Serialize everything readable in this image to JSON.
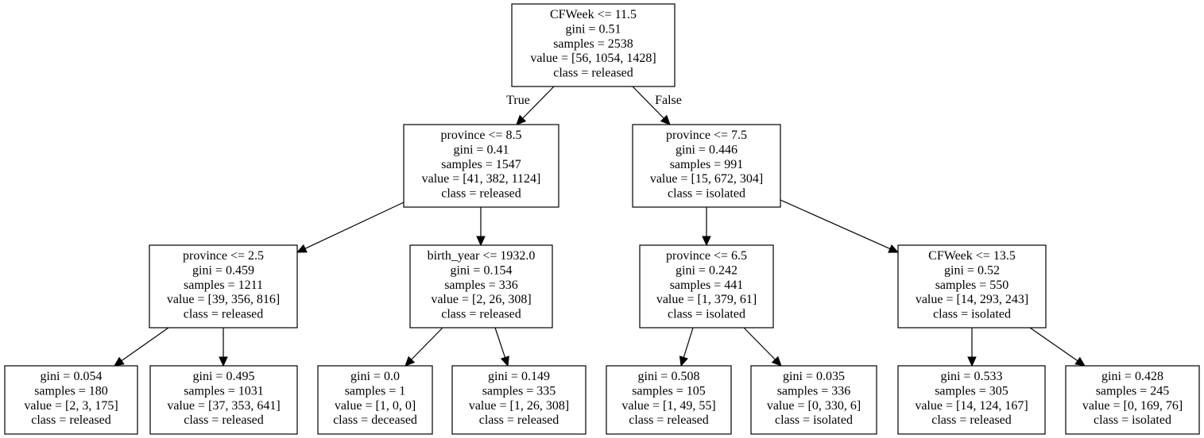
{
  "nodes": [
    {
      "id": "n0",
      "lines": [
        "CFWeek <= 11.5",
        "gini = 0.51",
        "samples = 2538",
        "value = [56, 1054, 1428]",
        "class = released"
      ]
    },
    {
      "id": "n1",
      "lines": [
        "province <= 8.5",
        "gini = 0.41",
        "samples = 1547",
        "value = [41, 382, 1124]",
        "class = released"
      ]
    },
    {
      "id": "n2",
      "lines": [
        "province <= 7.5",
        "gini = 0.446",
        "samples = 991",
        "value = [15, 672, 304]",
        "class = isolated"
      ]
    },
    {
      "id": "n3",
      "lines": [
        "province <= 2.5",
        "gini = 0.459",
        "samples = 1211",
        "value = [39, 356, 816]",
        "class = released"
      ]
    },
    {
      "id": "n4",
      "lines": [
        "birth_year <= 1932.0",
        "gini = 0.154",
        "samples = 336",
        "value = [2, 26, 308]",
        "class = released"
      ]
    },
    {
      "id": "n5",
      "lines": [
        "province <= 6.5",
        "gini = 0.242",
        "samples = 441",
        "value = [1, 379, 61]",
        "class = isolated"
      ]
    },
    {
      "id": "n6",
      "lines": [
        "CFWeek <= 13.5",
        "gini = 0.52",
        "samples = 550",
        "value = [14, 293, 243]",
        "class = isolated"
      ]
    },
    {
      "id": "n7",
      "lines": [
        "gini = 0.054",
        "samples = 180",
        "value = [2, 3, 175]",
        "class = released"
      ]
    },
    {
      "id": "n8",
      "lines": [
        "gini = 0.495",
        "samples = 1031",
        "value = [37, 353, 641]",
        "class = released"
      ]
    },
    {
      "id": "n9",
      "lines": [
        "gini = 0.0",
        "samples = 1",
        "value = [1, 0, 0]",
        "class = deceased"
      ]
    },
    {
      "id": "n10",
      "lines": [
        "gini = 0.149",
        "samples = 335",
        "value = [1, 26, 308]",
        "class = released"
      ]
    },
    {
      "id": "n11",
      "lines": [
        "gini = 0.508",
        "samples = 105",
        "value = [1, 49, 55]",
        "class = released"
      ]
    },
    {
      "id": "n12",
      "lines": [
        "gini = 0.035",
        "samples = 336",
        "value = [0, 330, 6]",
        "class = isolated"
      ]
    },
    {
      "id": "n13",
      "lines": [
        "gini = 0.533",
        "samples = 305",
        "value = [14, 124, 167]",
        "class = released"
      ]
    },
    {
      "id": "n14",
      "lines": [
        "gini = 0.428",
        "samples = 245",
        "value = [0, 169, 76]",
        "class = isolated"
      ]
    }
  ],
  "edges": [
    {
      "from": "n0",
      "to": "n1",
      "label": "True"
    },
    {
      "from": "n0",
      "to": "n2",
      "label": "False"
    },
    {
      "from": "n1",
      "to": "n3",
      "label": ""
    },
    {
      "from": "n1",
      "to": "n4",
      "label": ""
    },
    {
      "from": "n2",
      "to": "n5",
      "label": ""
    },
    {
      "from": "n2",
      "to": "n6",
      "label": ""
    },
    {
      "from": "n3",
      "to": "n7",
      "label": ""
    },
    {
      "from": "n3",
      "to": "n8",
      "label": ""
    },
    {
      "from": "n4",
      "to": "n9",
      "label": ""
    },
    {
      "from": "n4",
      "to": "n10",
      "label": ""
    },
    {
      "from": "n5",
      "to": "n11",
      "label": ""
    },
    {
      "from": "n5",
      "to": "n12",
      "label": ""
    },
    {
      "from": "n6",
      "to": "n13",
      "label": ""
    },
    {
      "from": "n6",
      "to": "n14",
      "label": ""
    }
  ]
}
